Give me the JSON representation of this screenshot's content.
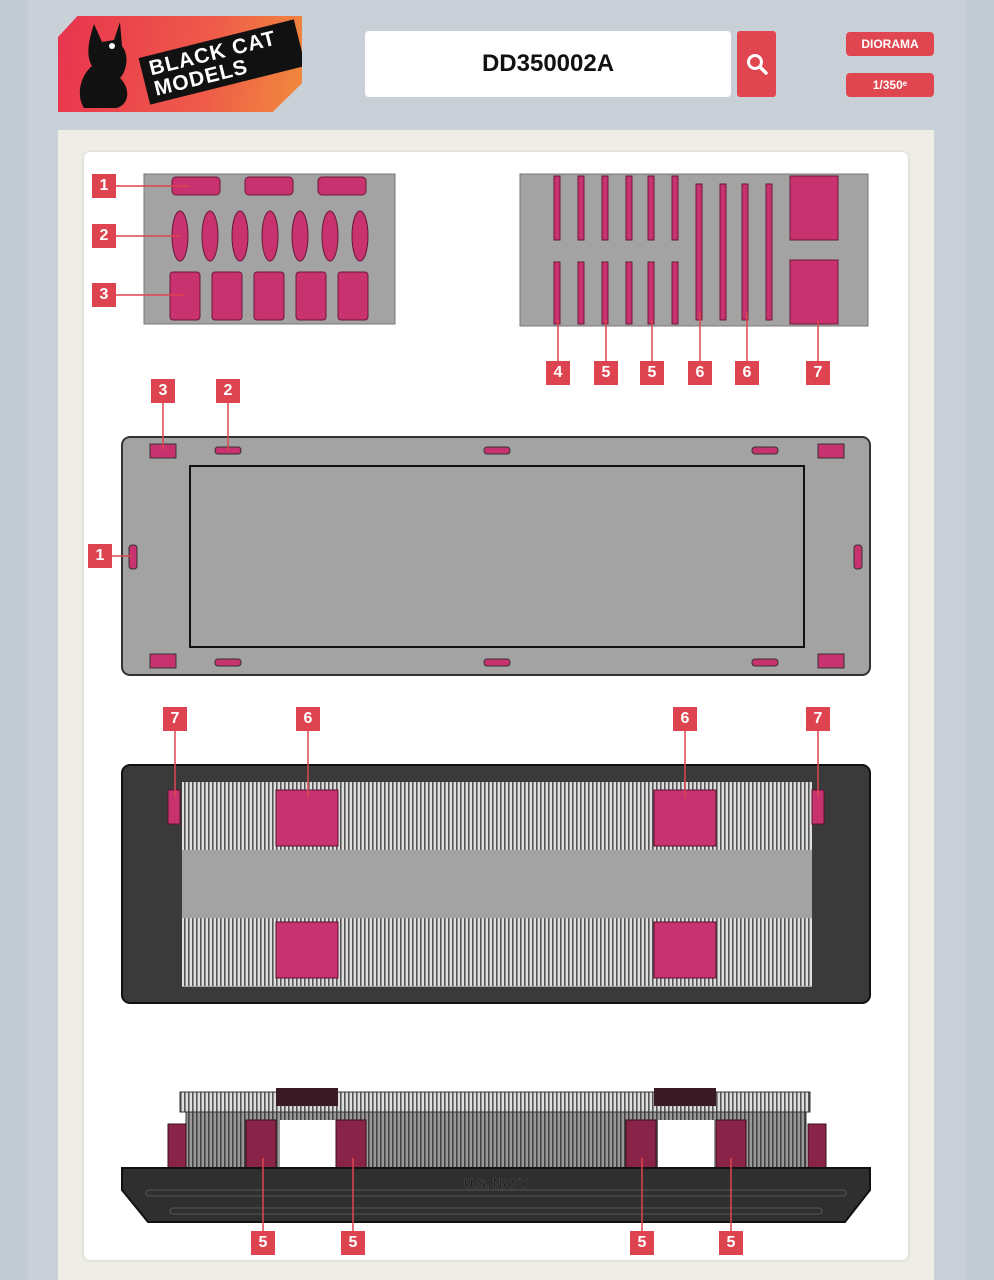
{
  "header": {
    "brand": "BLACK CAT MODELS",
    "search_value": "DD350002A",
    "search_icon": "search-icon",
    "tags": [
      "DIORAMA",
      "1/350ᵉ"
    ]
  },
  "colors": {
    "accent": "#e0464f",
    "part": "#c8326e"
  },
  "sprue_a_labels": [
    "1",
    "2",
    "3"
  ],
  "sprue_b_labels": [
    "4",
    "5",
    "5",
    "6",
    "6",
    "7"
  ],
  "top_view_labels": [
    "3",
    "2",
    "1"
  ],
  "bottom_view_labels": [
    "7",
    "6",
    "6",
    "7"
  ],
  "side_view": {
    "hull_text": "U.S. NAVY",
    "labels": [
      "5",
      "5",
      "5",
      "5"
    ]
  }
}
